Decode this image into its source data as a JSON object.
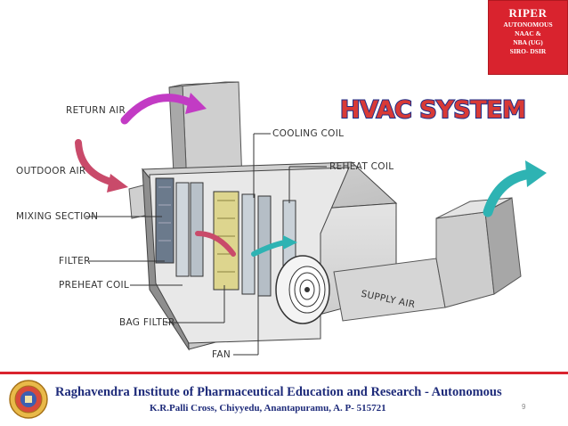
{
  "badge": {
    "title": "RIPER",
    "lines": [
      "AUTONOMOUS",
      "NAAC &",
      "NBA (UG)",
      "SIRO- DSIR"
    ]
  },
  "title": "HVAC SYSTEM",
  "labels": {
    "return_air": "RETURN AIR",
    "outdoor_air": "OUTDOOR AIR",
    "mixing_section": "MIXING SECTION",
    "filter": "FILTER",
    "preheat_coil": "PREHEAT COIL",
    "bag_filter": "BAG FILTER",
    "fan": "FAN",
    "cooling_coil": "COOLING COIL",
    "reheat_coil": "REHEAT COIL",
    "supply_air": "SUPPLY AIR"
  },
  "colors": {
    "badge": "#d9232e",
    "title_fill": "#d83a36",
    "title_stroke": "#1c2f8a",
    "return_arrow": "#c23bc4",
    "outdoor_arrow": "#c94a6a",
    "supply_arrow": "#2eb3b3"
  },
  "footer": {
    "institute": "Raghavendra Institute of Pharmaceutical Education and Research - Autonomous",
    "address": "K.R.Palli Cross, Chiyyedu, Anantapuramu, A. P- 515721",
    "page": "9"
  }
}
